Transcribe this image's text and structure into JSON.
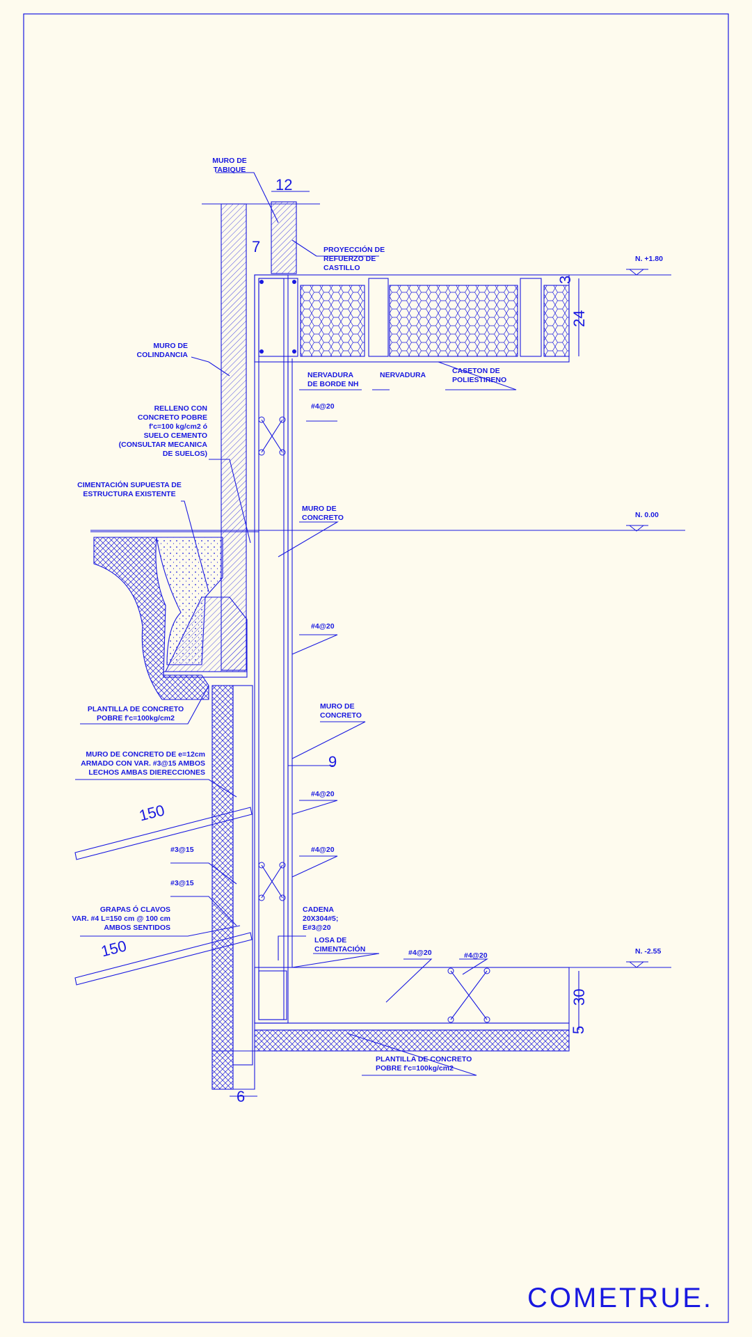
{
  "colors": {
    "ink": "#1818e0",
    "background": "#fefbee"
  },
  "brand": "COMETRUE.",
  "labels": {
    "muro_tabique": [
      "MURO DE",
      "TABIQUE"
    ],
    "proyeccion": [
      "PROYECCIÓN DE",
      "REFUERZO DE",
      "CASTILLO"
    ],
    "muro_colindancia": [
      "MURO DE",
      "COLINDANCIA"
    ],
    "nervadura_borde": [
      "NERVADURA",
      "DE BORDE NH"
    ],
    "nervadura": [
      "NERVADURA"
    ],
    "caseton": [
      "CASETON DE",
      "POLIESTIRENO"
    ],
    "relleno": [
      "RELLENO CON",
      "CONCRETO POBRE",
      "f'c=100 kg/cm2 ó",
      "SUELO CEMENTO",
      "(CONSULTAR MECANICA",
      "DE SUELOS)"
    ],
    "var_4_20_a": [
      "#4@20"
    ],
    "cimentacion_supuesta": [
      "CIMENTACIÓN SUPUESTA DE",
      "ESTRUCTURA EXISTENTE"
    ],
    "muro_concreto_1": [
      "MURO DE",
      "CONCRETO"
    ],
    "var_4_20_b": [
      "#4@20"
    ],
    "plantilla_1": [
      "PLANTILLA DE CONCRETO",
      "POBRE f'c=100kg/cm2"
    ],
    "muro_concreto_2": [
      "MURO DE",
      "CONCRETO"
    ],
    "muro_concreto_e12": [
      "MURO DE CONCRETO  DE e=12cm",
      "ARMADO CON VAR. #3@15 AMBOS",
      "LECHOS AMBAS DIERECCIONES"
    ],
    "var_4_20_c": [
      "#4@20"
    ],
    "var_3_15_a": [
      "#3@15"
    ],
    "var_4_20_d": [
      "#4@20"
    ],
    "var_3_15_b": [
      "#3@15"
    ],
    "grapas": [
      "GRAPAS Ó CLAVOS",
      "VAR. #4 L=150 cm @ 100 cm",
      "AMBOS SENTIDOS"
    ],
    "cadena": [
      "CADENA",
      "20X304#5;",
      "E#3@20"
    ],
    "losa_cimentacion": [
      "LOSA DE",
      "CIMENTACIÓN"
    ],
    "var_4_20_e": [
      "#4@20"
    ],
    "var_4_20_f": [
      "#4@20"
    ],
    "plantilla_2": [
      "PLANTILLA DE CONCRETO",
      "POBRE f'c=100kg/cm2"
    ]
  },
  "levels": {
    "top": "N. +1.80",
    "mid": "N. 0.00",
    "bottom": "N. -2.55"
  },
  "dimensions": {
    "d12": "12",
    "d7": "7",
    "d3": "3",
    "d24": "24",
    "d9": "9",
    "d150a": "150",
    "d150b": "150",
    "d30": "30",
    "d5": "5",
    "d6": "6"
  }
}
